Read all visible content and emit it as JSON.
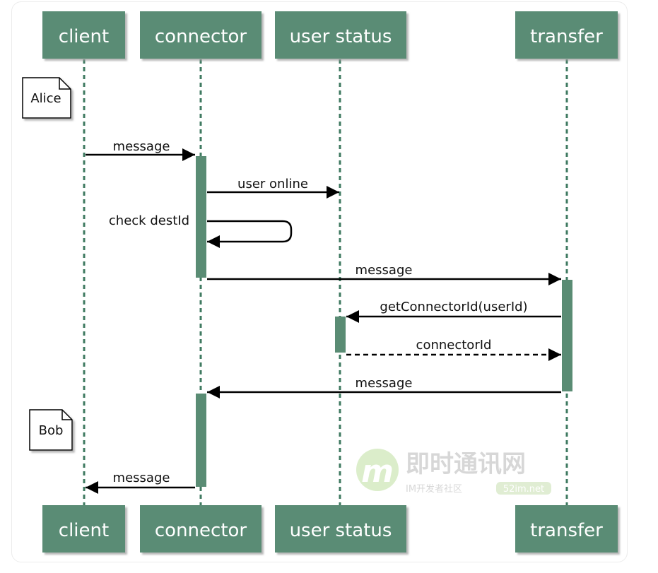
{
  "participants": {
    "client": "client",
    "connector": "connector",
    "user_status": "user status",
    "transfer": "transfer"
  },
  "notes": {
    "alice": "Alice",
    "bob": "Bob"
  },
  "messages": {
    "client_to_connector": "message",
    "connector_to_user_status": "user online",
    "self_check": "check destId",
    "connector_to_transfer": "message",
    "transfer_to_user_status": "getConnectorId(userId)",
    "user_status_reply": "connectorId",
    "transfer_to_connector": "message",
    "connector_to_client": "message"
  },
  "watermark": {
    "title": "即时通讯网",
    "subtitle": "IM开发者社区",
    "domain": "52im.net"
  },
  "colors": {
    "participant_fill": "#5a8c74",
    "lifeline": "#3f7a61",
    "activation": "#5a8c74",
    "arrow": "#000000"
  }
}
